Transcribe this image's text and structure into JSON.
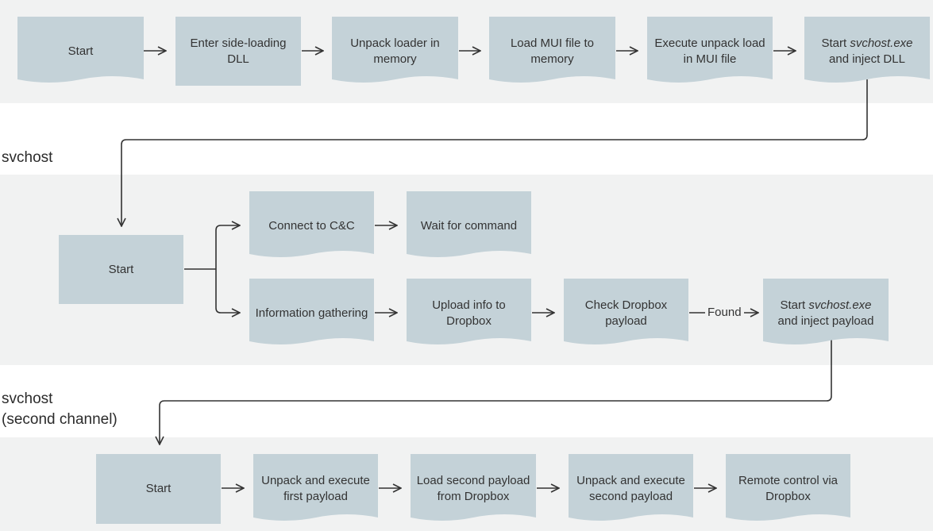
{
  "colors": {
    "band": "#f1f2f2",
    "box": "#c4d2d8",
    "line": "#333333",
    "text": "#333333"
  },
  "lanes": {
    "svchost": "svchost",
    "svchost_second_line1": "svchost",
    "svchost_second_line2": "(second channel)"
  },
  "nodes": {
    "r1_start": {
      "label": "Start"
    },
    "r1_sideload": {
      "label": "Enter side-loading DLL"
    },
    "r1_unpack": {
      "label": "Unpack loader in memory"
    },
    "r1_loadmui": {
      "label": "Load MUI file to memory"
    },
    "r1_exec": {
      "label": "Execute unpack load in MUI file"
    },
    "r1_svchost": {
      "label_prefix": "Start ",
      "label_italic": "svchost.exe",
      "label_suffix": "and inject DLL"
    },
    "r2_start": {
      "label": "Start"
    },
    "r2_connect": {
      "label": "Connect to C&C"
    },
    "r2_wait": {
      "label": "Wait for command"
    },
    "r2_info": {
      "label": "Information gathering"
    },
    "r2_upload": {
      "label": "Upload info to Dropbox"
    },
    "r2_check": {
      "label": "Check Dropbox payload"
    },
    "r2_svchost": {
      "label_prefix": "Start ",
      "label_italic": "svchost.exe",
      "label_suffix": "and inject payload"
    },
    "r3_start": {
      "label": "Start"
    },
    "r3_unpack1": {
      "label": "Unpack and execute first payload"
    },
    "r3_load2": {
      "label": "Load second payload from Dropbox"
    },
    "r3_unpack2": {
      "label": "Unpack and execute second payload"
    },
    "r3_remote": {
      "label": "Remote control via Dropbox"
    }
  },
  "edges": {
    "found_label": "Found"
  }
}
